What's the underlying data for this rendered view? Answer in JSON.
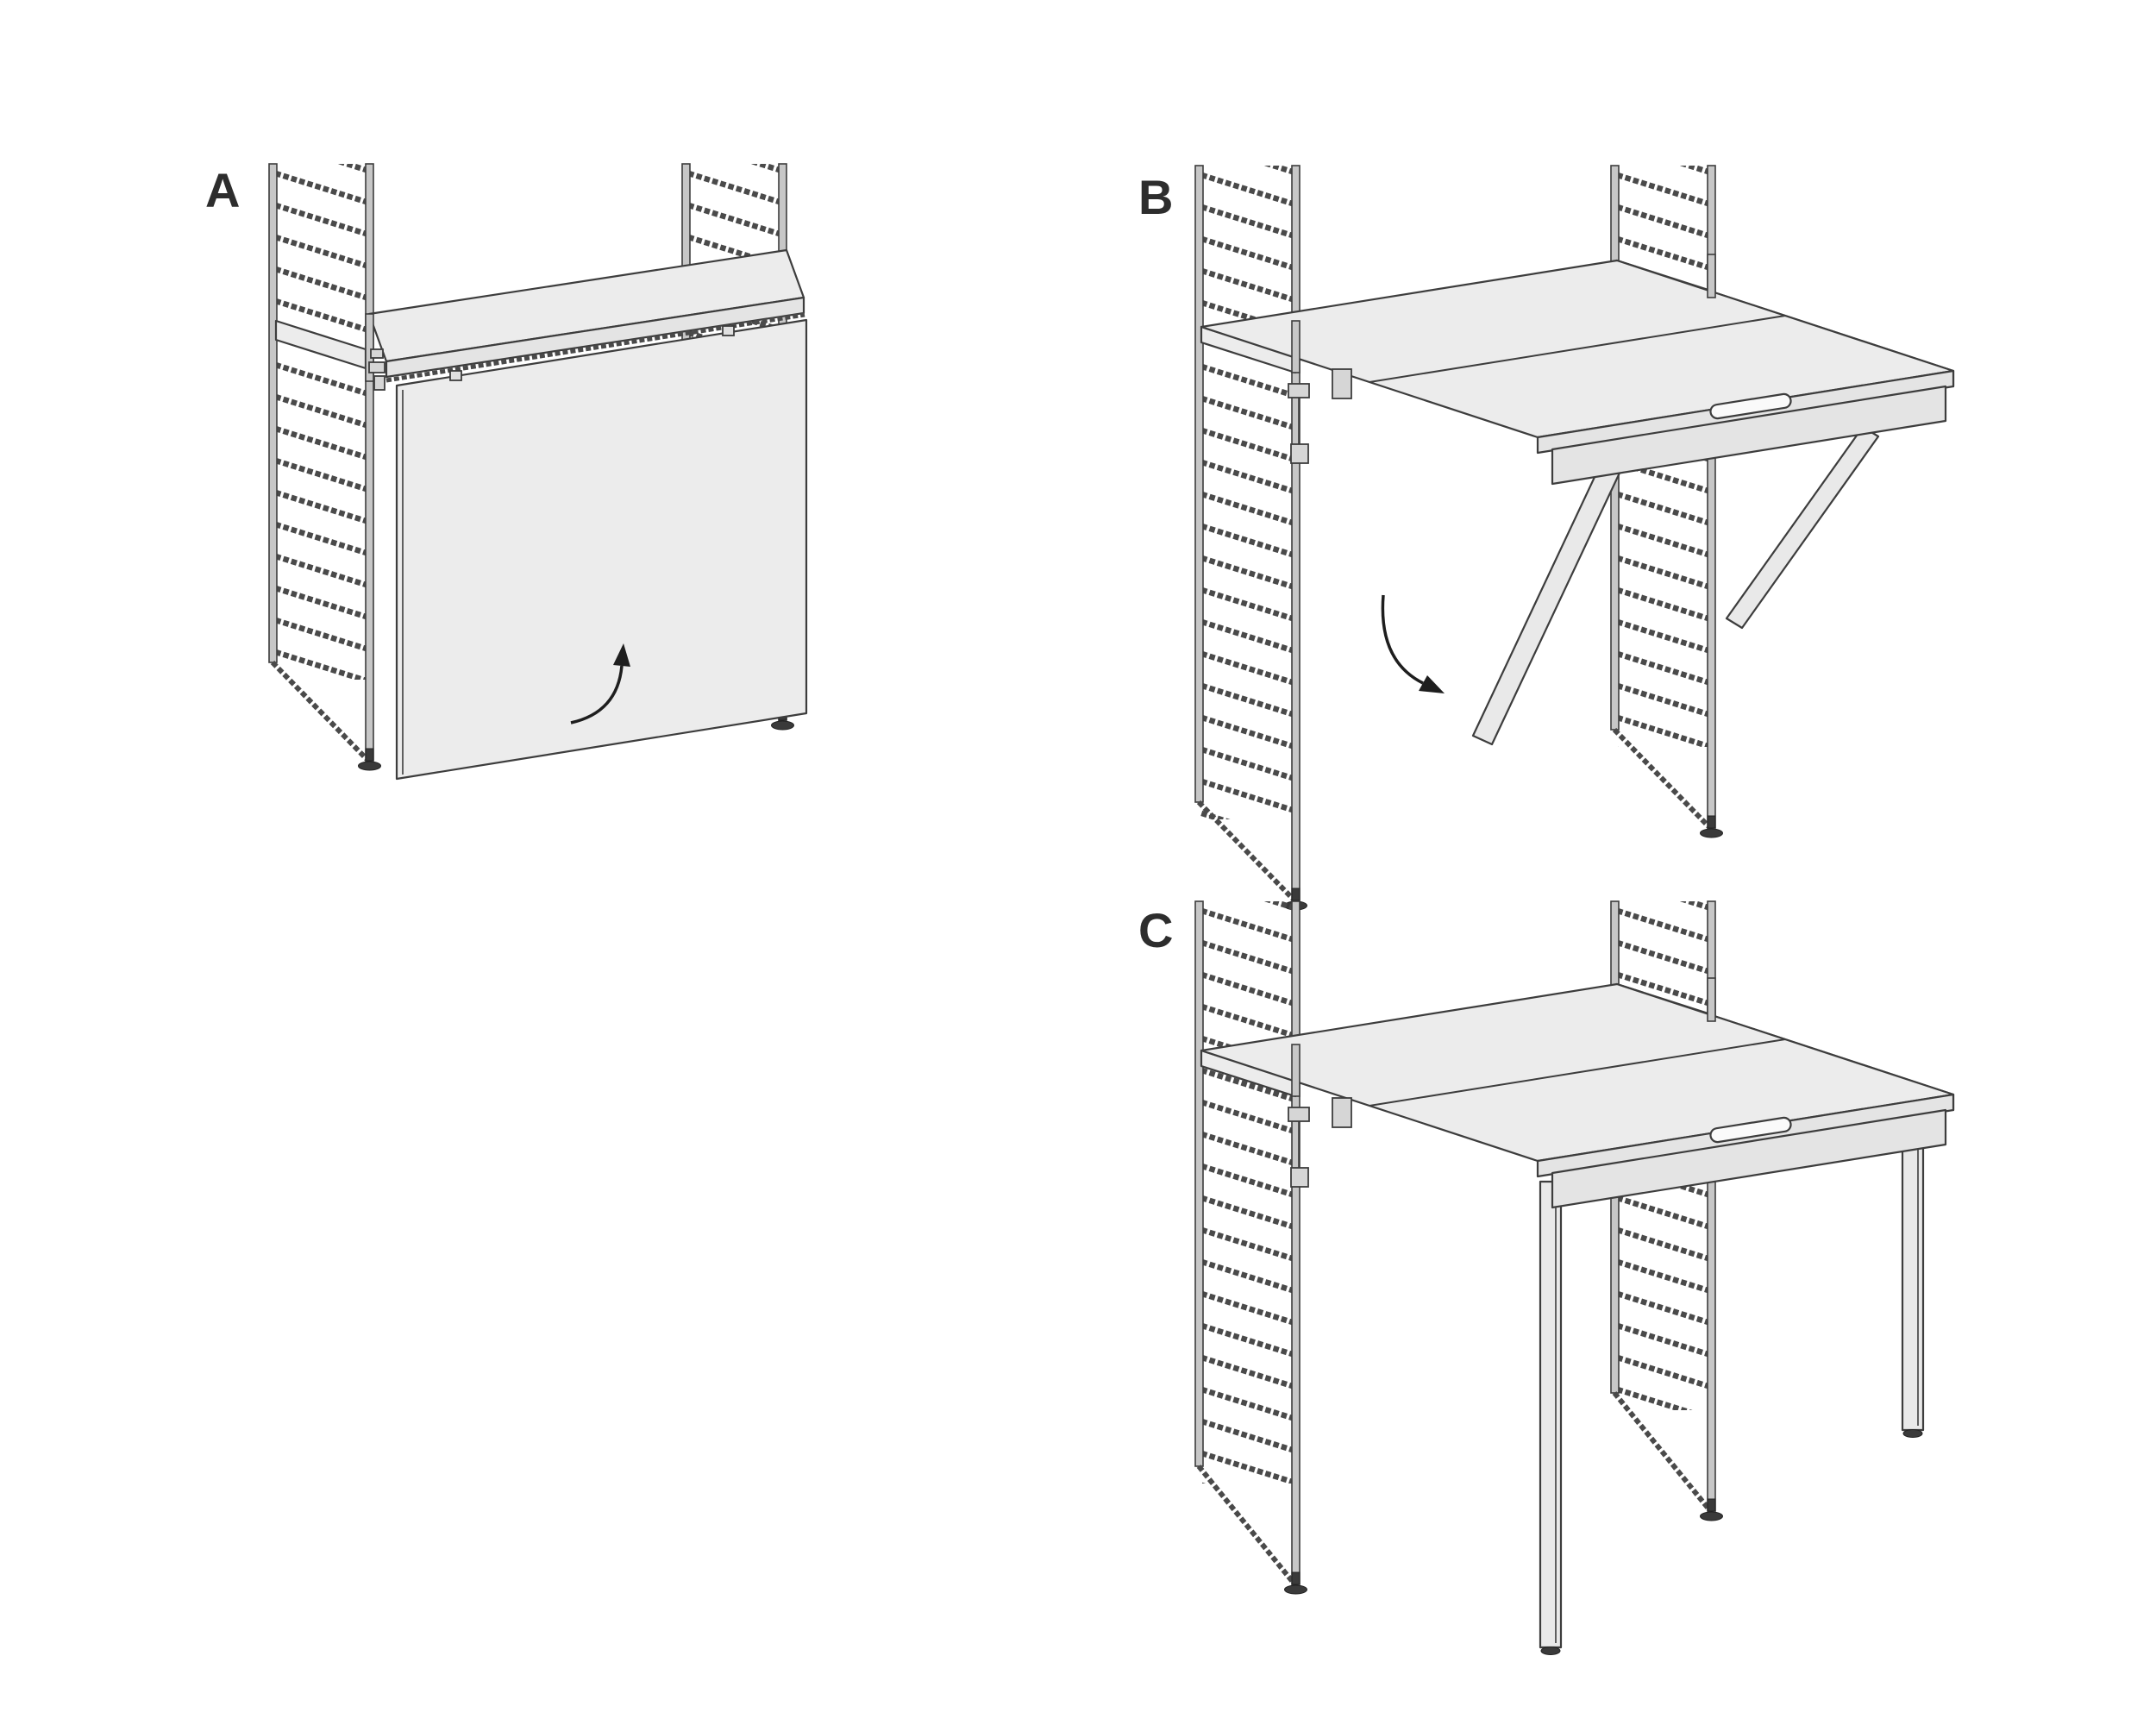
{
  "diagram": {
    "kind": "furniture-assembly-instruction",
    "subject": "wall-mounted folding table on ladder side frames",
    "background": "#ffffff"
  },
  "steps": [
    {
      "label": "A",
      "arrow_icon": "curved-fold-up-arrow"
    },
    {
      "label": "B",
      "arrow_icon": "curved-swing-down-arrow"
    },
    {
      "label": "C",
      "arrow_icon": null
    }
  ],
  "colors": {
    "background": "#ffffff",
    "line": "#3d3d3d",
    "surface": "#ececec",
    "surface_shaded": "#e4e4e4",
    "rail": "#c7c7c7",
    "rung": "#4a4a4a",
    "foot": "#3a3a3a",
    "label": "#2d2d2d"
  }
}
